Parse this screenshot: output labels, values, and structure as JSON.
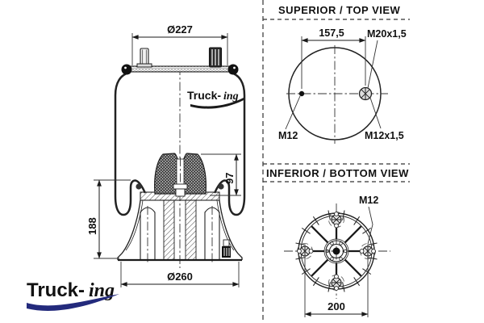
{
  "side_view": {
    "dims": {
      "top_diameter": "Ø227",
      "height": "188",
      "bumper_height": "97",
      "base_diameter": "Ø260"
    },
    "watermark": {
      "part1": "Truck-",
      "part2": "ing"
    }
  },
  "top_view": {
    "header": "SUPERIOR / TOP VIEW",
    "dims": {
      "stud_distance": "157,5"
    },
    "labels": {
      "air_port_thread": "M20x1,5",
      "left_stud_thread": "M12",
      "combo_stud_thread": "M12x1,5"
    }
  },
  "bottom_view": {
    "header": "INFERIOR / BOTTOM VIEW",
    "dims": {
      "bolt_spacing": "200"
    },
    "labels": {
      "bolt_thread": "M12"
    }
  },
  "logo": {
    "part1": "Truck-",
    "part2": "ing"
  },
  "colors": {
    "line": "#1a1a1a",
    "logo_navy": "#232a7c",
    "logo_orange": "#ef7d17",
    "watermark": "#1a1a1a"
  }
}
